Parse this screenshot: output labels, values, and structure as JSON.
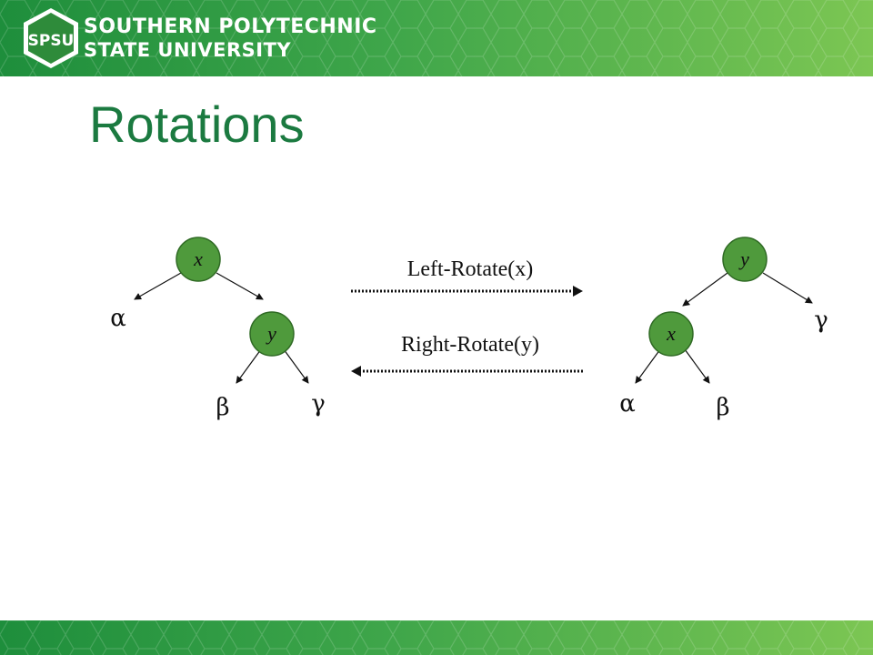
{
  "header": {
    "logo_text": "SPSU",
    "university_line1": "SOUTHERN POLYTECHNIC",
    "university_line2": "STATE UNIVERSITY"
  },
  "slide": {
    "title": "Rotations"
  },
  "diagram": {
    "left_tree": {
      "root": "x",
      "child": "y",
      "leaves": {
        "alpha": "α",
        "beta": "β",
        "gamma": "γ"
      }
    },
    "right_tree": {
      "root": "y",
      "child": "x",
      "leaves": {
        "alpha": "α",
        "beta": "β",
        "gamma": "γ"
      }
    },
    "operations": {
      "left_rotate": "Left-Rotate(x)",
      "right_rotate": "Right-Rotate(y)"
    }
  },
  "colors": {
    "title": "#1b7a40",
    "node_fill": "#4f9a3c",
    "banner_dark": "#1e8e3c",
    "banner_light": "#7cc653"
  }
}
